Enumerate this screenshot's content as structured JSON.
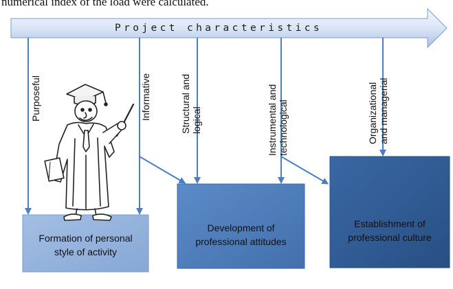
{
  "caption": "numerical index of the load were calculated.",
  "banner": {
    "label": "Project characteristics"
  },
  "characteristics": [
    {
      "line1": "Purposeful",
      "line2": ""
    },
    {
      "line1": "Informative",
      "line2": ""
    },
    {
      "line1": "Structural and",
      "line2": "logical"
    },
    {
      "line1": "Instrumental and",
      "line2": "technological"
    },
    {
      "line1": "Organizational",
      "line2": "and managerial"
    }
  ],
  "outcomes": [
    {
      "line1": "Formation of personal",
      "line2": "style of activity"
    },
    {
      "line1": "Development of",
      "line2": "professional attitudes"
    },
    {
      "line1": "Establishment of",
      "line2": "professional culture"
    }
  ],
  "figure": {
    "icon": "professor-with-pointer-icon"
  },
  "colors": {
    "banner_light": "#eef3fb",
    "banner_dark": "#9fb8de",
    "arrow": "#4a7fc4",
    "box1": "#93b3dd",
    "box2": "#4d7ebc",
    "box3": "#2e5b95"
  }
}
